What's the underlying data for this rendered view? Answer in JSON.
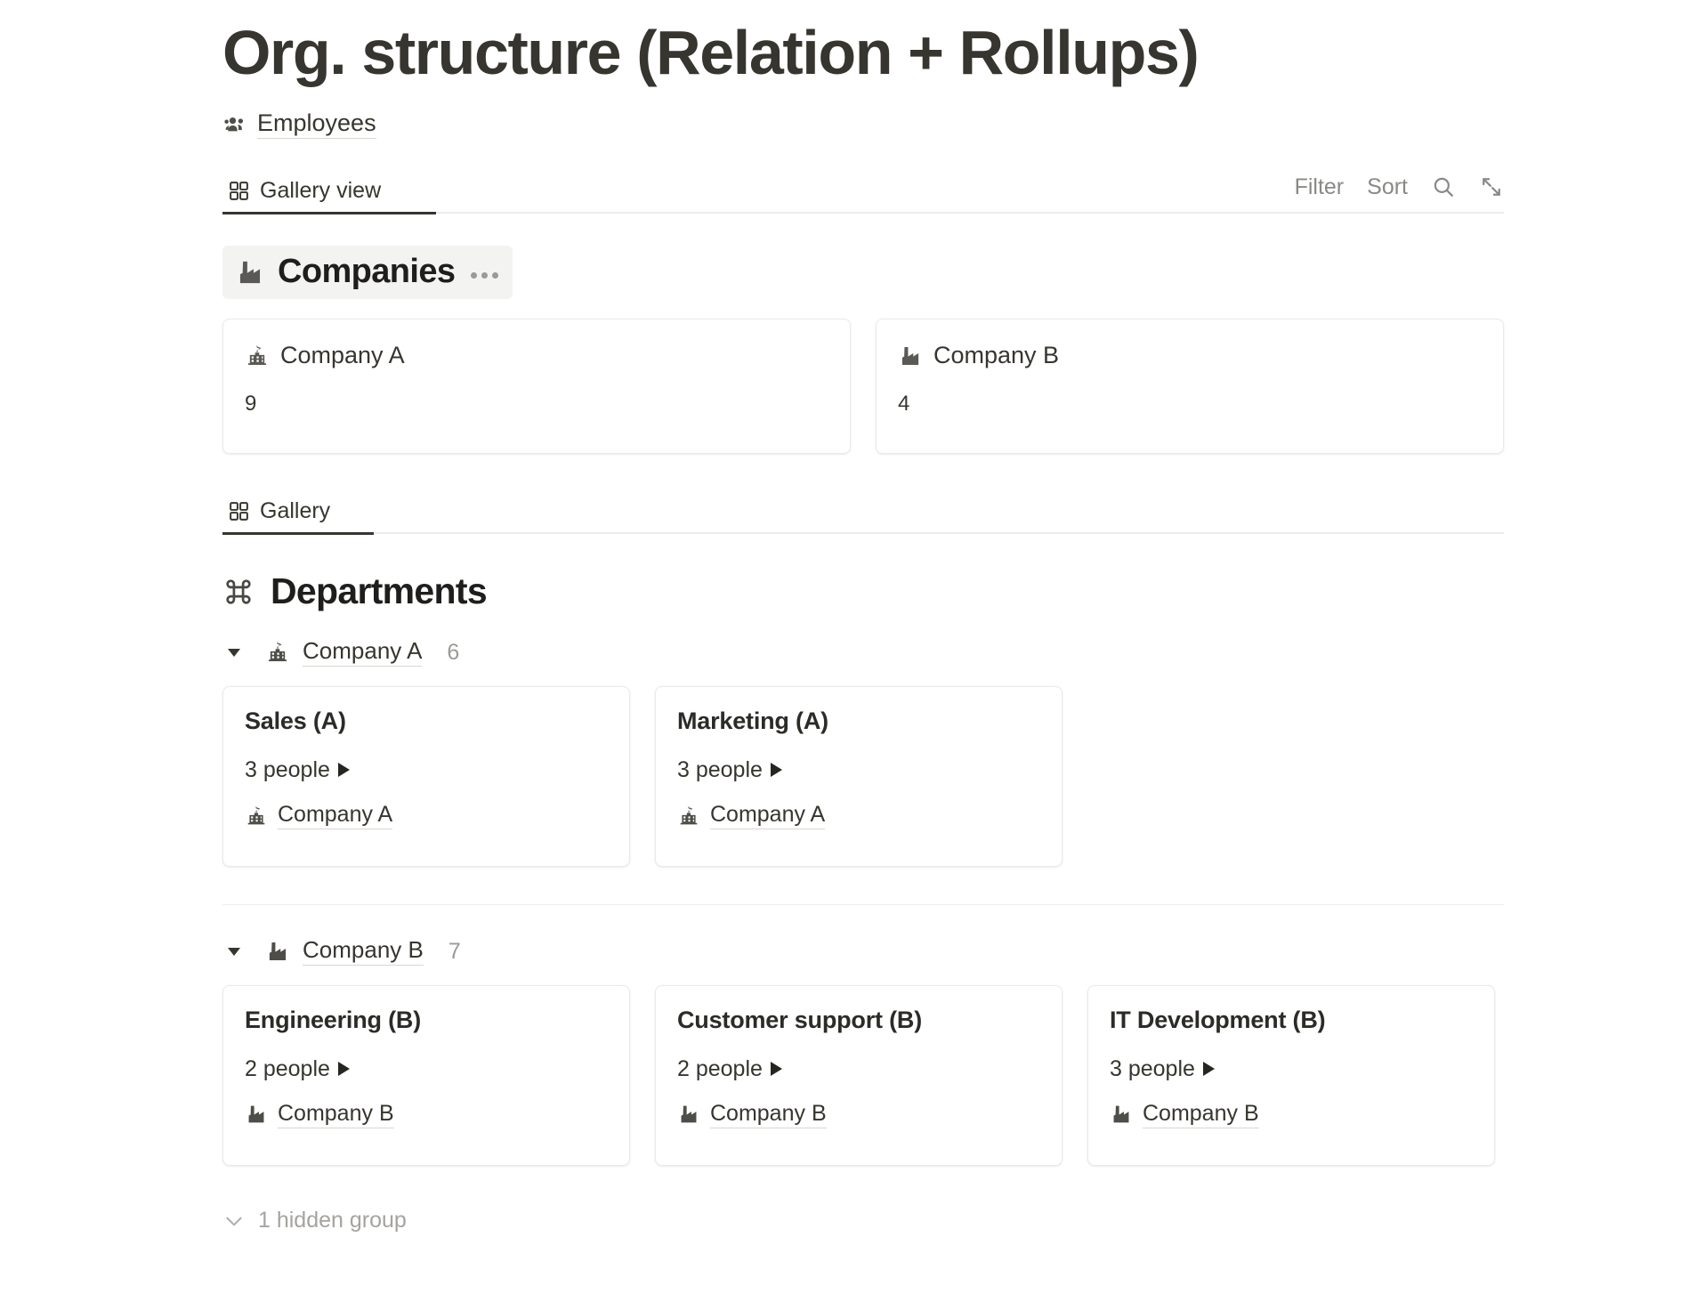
{
  "page": {
    "title": "Org. structure (Relation + Rollups)"
  },
  "breadcrumb": {
    "icon": "people-group-icon",
    "label": "Employees"
  },
  "toolbar_primary": {
    "tab": {
      "icon": "gallery-grid-icon",
      "label": "Gallery view"
    },
    "filter_label": "Filter",
    "sort_label": "Sort",
    "search_icon": "search-icon",
    "expand_icon": "expand-arrows-icon"
  },
  "companies_section": {
    "icon": "factory-building-icon",
    "title": "Companies",
    "menu_icon": "ellipsis-icon",
    "cards": [
      {
        "icon": "school-building-icon",
        "title": "Company A",
        "count": "9"
      },
      {
        "icon": "factory-building-icon",
        "title": "Company B",
        "count": "4"
      }
    ]
  },
  "toolbar_secondary": {
    "tab": {
      "icon": "gallery-grid-icon",
      "label": "Gallery"
    }
  },
  "departments_section": {
    "icon": "command-loop-icon",
    "title": "Departments",
    "groups": [
      {
        "toggle_icon": "triangle-down-icon",
        "icon": "school-building-icon",
        "name": "Company A",
        "count": "6",
        "cards": [
          {
            "title": "Sales (A)",
            "people": "3 people",
            "relation_icon": "school-building-icon",
            "relation_label": "Company A"
          },
          {
            "title": "Marketing (A)",
            "people": "3 people",
            "relation_icon": "school-building-icon",
            "relation_label": "Company A"
          }
        ]
      },
      {
        "toggle_icon": "triangle-down-icon",
        "icon": "factory-building-icon",
        "name": "Company B",
        "count": "7",
        "cards": [
          {
            "title": "Engineering (B)",
            "people": "2 people",
            "relation_icon": "factory-building-icon",
            "relation_label": "Company B"
          },
          {
            "title": "Customer support (B)",
            "people": "2 people",
            "relation_icon": "factory-building-icon",
            "relation_label": "Company B"
          },
          {
            "title": "IT Development (B)",
            "people": "3 people",
            "relation_icon": "factory-building-icon",
            "relation_label": "Company B"
          }
        ]
      }
    ],
    "hidden_group": {
      "icon": "chevron-down-icon",
      "label": "1 hidden group"
    }
  },
  "colors": {
    "text": "#37352f",
    "muted": "#9b9a96",
    "card_border": "#eaeae8",
    "section_bg": "#f3f3f2",
    "active_underline": "#37352f"
  }
}
